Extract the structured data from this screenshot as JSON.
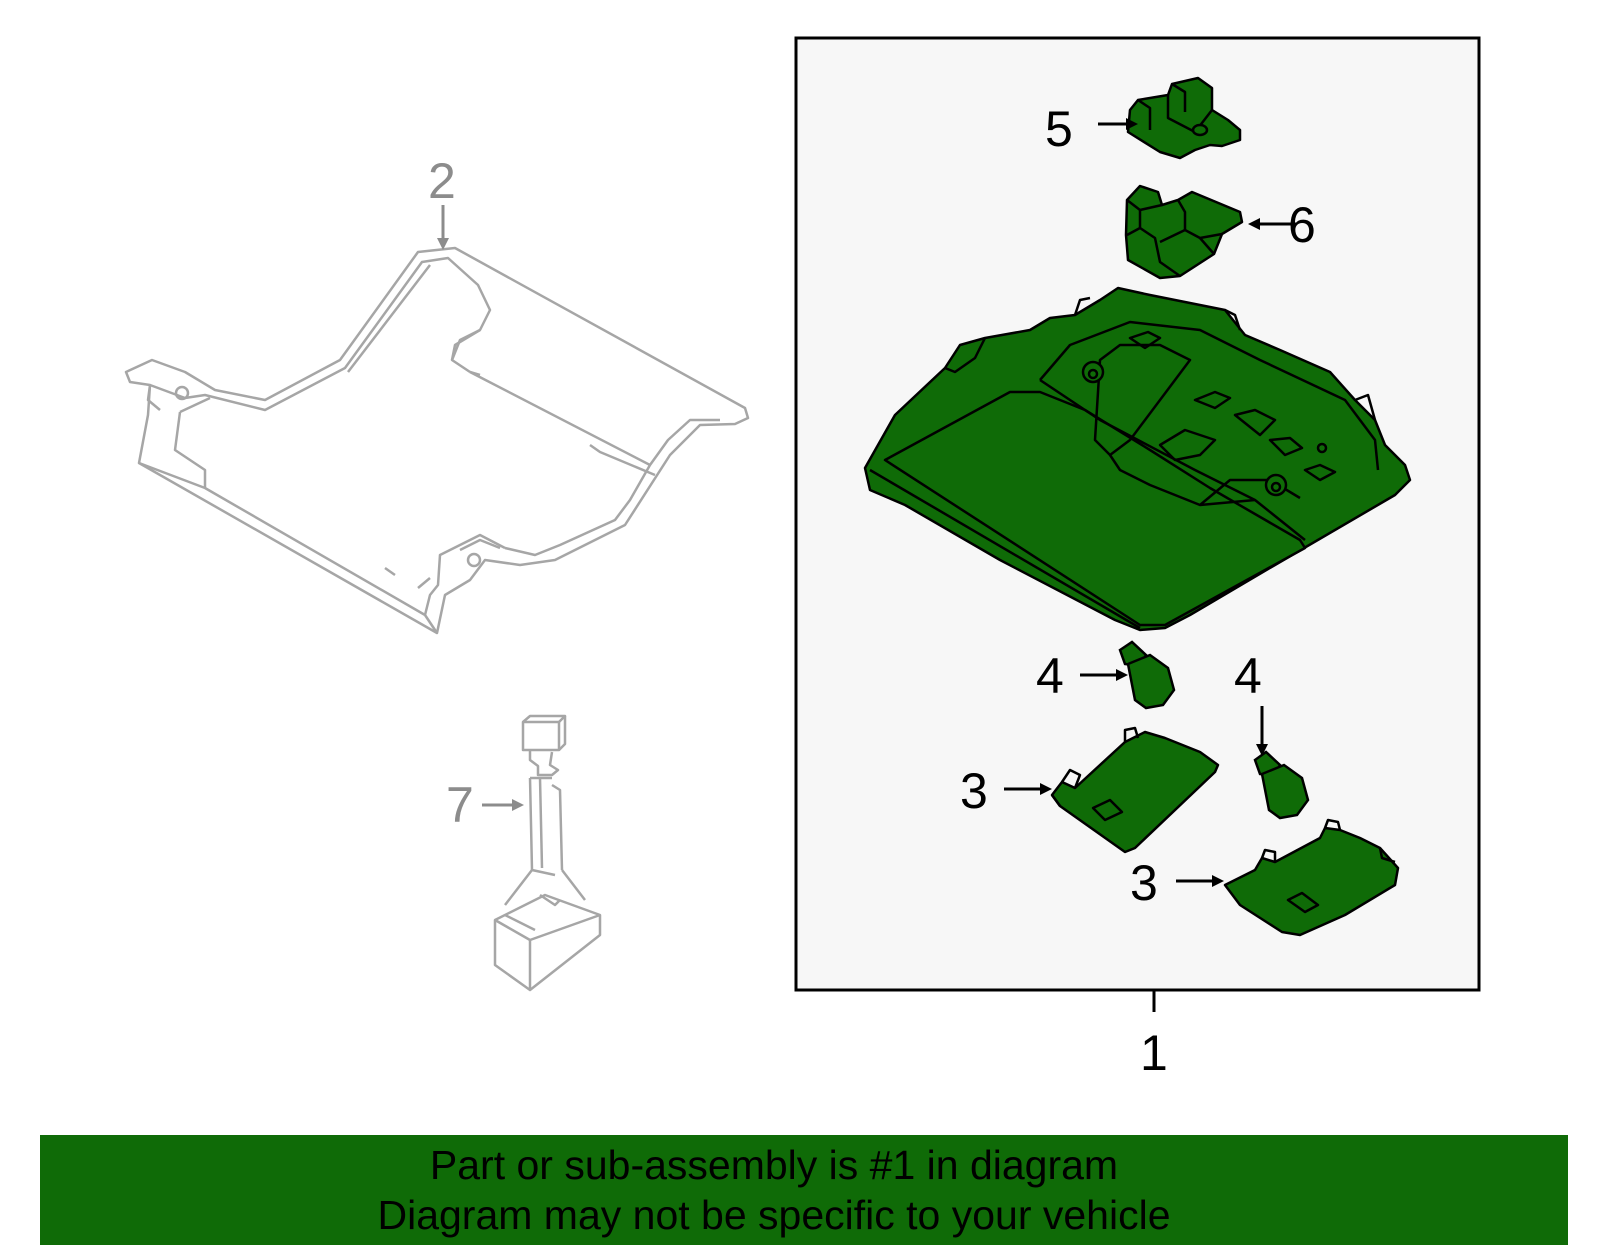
{
  "callouts": {
    "c1": "1",
    "c2": "2",
    "c3a": "3",
    "c3b": "3",
    "c4a": "4",
    "c4b": "4",
    "c5": "5",
    "c6": "6",
    "c7": "7"
  },
  "banner": {
    "line1": "Part or sub-assembly is #1 in diagram",
    "line2": "Diagram may not be specific to your vehicle"
  },
  "colors": {
    "highlight_fill": "#0f6b07",
    "assembly_box_bg": "#f7f7f7",
    "other_part_stroke": "#a6a6a6",
    "banner_bg": "#0f6b07"
  }
}
